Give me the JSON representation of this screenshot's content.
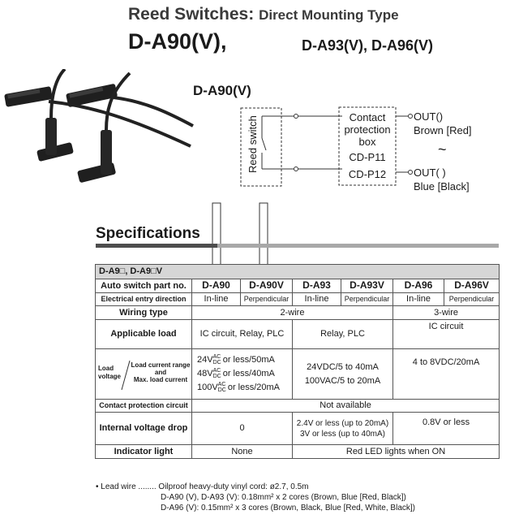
{
  "header": {
    "title_main": "Reed Switches:",
    "title_sub": "Direct Mounting Type",
    "model_primary": "D-A90(V),",
    "model_secondary": "D-A93(V), D-A96(V)"
  },
  "circuit": {
    "title": "D-A90(V)",
    "reed_label": "Reed switch",
    "box_lines": [
      "Contact",
      "protection",
      "box",
      "CD-P11",
      "CD-P12"
    ],
    "out_plus": "OUT()",
    "out_plus_color": "Brown [Red]",
    "tilde": "~",
    "out_minus": "OUT(   )",
    "out_minus_color": "Blue [Black]"
  },
  "specs": {
    "title": "Specifications",
    "header_row": "D-A9□, D-A9□V",
    "part_label": "Auto switch part no.",
    "parts": [
      "D-A90",
      "D-A90V",
      "D-A93",
      "D-A93V",
      "D-A96",
      "D-A96V"
    ],
    "entry_label": "Electrical entry direction",
    "entries": [
      "In-line",
      "Perpendicular",
      "In-line",
      "Perpendicular",
      "In-line",
      "Perpendicular"
    ],
    "wiring_label": "Wiring type",
    "wiring_2": "2-wire",
    "wiring_3": "3-wire",
    "load_label": "Applicable load",
    "load_a90": "IC circuit, Relay, PLC",
    "load_a93": "Relay, PLC",
    "load_a96": "IC circuit",
    "lv_left_1": "Load",
    "lv_left_2": "voltage",
    "lv_right_1": "Load current range",
    "lv_right_2": "and",
    "lv_right_3": "Max. load current",
    "lv_a90_1_v": "24V",
    "lv_a90_1_rest": "or less/50mA",
    "lv_a90_2_v": "48V",
    "lv_a90_2_rest": "or less/40mA",
    "lv_a90_3_v": "100V",
    "lv_a90_3_rest": "or less/20mA",
    "ac": "AC",
    "dc": "DC",
    "lv_a93_1": "24VDC/5 to 40mA",
    "lv_a93_2": "100VAC/5 to 20mA",
    "lv_a96": "4 to 8VDC/20mA",
    "cp_label": "Contact protection circuit",
    "cp_value": "Not available",
    "ivd_label": "Internal voltage drop",
    "ivd_a90": "0",
    "ivd_a93_1": "2.4V or less (up to 20mA)",
    "ivd_a93_2": "3V or less (up to 40mA)",
    "ivd_a96": "0.8V or less",
    "ind_label": "Indicator light",
    "ind_a90": "None",
    "ind_other": "Red LED lights when ON"
  },
  "notes": {
    "line1": "• Lead wire ........ Oilproof heavy-duty vinyl cord: ø2.7, 0.5m",
    "line2": "D-A90 (V), D-A93 (V): 0.18mm² x 2 cores (Brown, Blue [Red, Black])",
    "line3": "D-A96 (V): 0.15mm² x 3 cores (Brown, Black, Blue [Red, White, Black])"
  }
}
